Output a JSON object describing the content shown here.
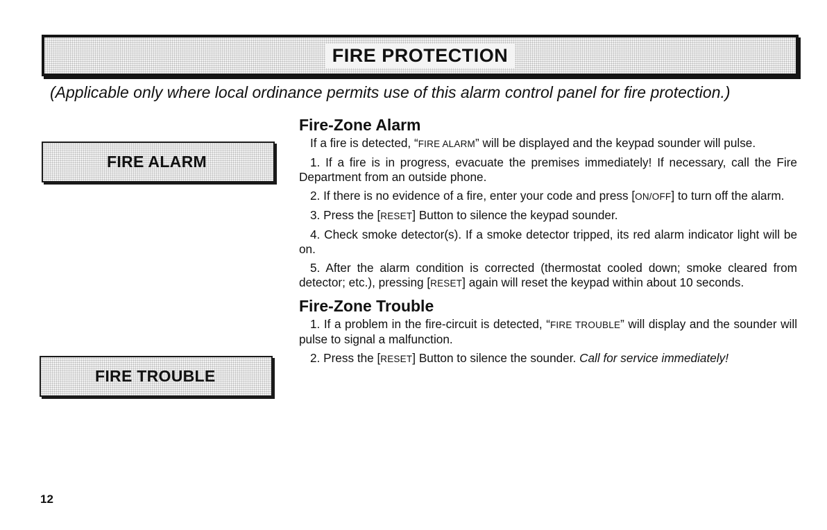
{
  "banner": {
    "title": "FIRE PROTECTION"
  },
  "subtitle": "(Applicable only where local ordinance permits use of this alarm control panel for fire protection.)",
  "side_boxes": {
    "fire_alarm": "FIRE ALARM",
    "fire_trouble": "FIRE TROUBLE"
  },
  "fire_zone_alarm": {
    "heading": "Fire-Zone Alarm",
    "intro": {
      "before": "If a fire is detected, “",
      "display": "FIRE ALARM",
      "after": "” will be displayed and the keypad sounder will pulse."
    },
    "step1": "1. If a fire is in progress, evacuate the premises immediately! If necessary, call the Fire Department from an outside phone.",
    "step2": {
      "before": "2. If there is no evidence of a fire, enter your code and press [",
      "key": "ON/OFF",
      "after": "] to turn off the alarm."
    },
    "step3": {
      "before": "3. Press the [",
      "key": "RESET",
      "after": "] Button to silence the keypad sounder."
    },
    "step4": "4. Check smoke detector(s). If a smoke detector tripped, its red alarm indicator light will be on.",
    "step5": {
      "before": "5. After the alarm condition is corrected (thermostat cooled down; smoke cleared from detector; etc.), pressing [",
      "key": "RESET",
      "after": "] again will reset the keypad within about 10 seconds."
    }
  },
  "fire_zone_trouble": {
    "heading": "Fire-Zone Trouble",
    "step1": {
      "before": "1. If a problem in the fire-circuit is detected, “",
      "display": "FIRE TROUBLE",
      "after": "” will display and the sounder will pulse to signal a malfunction."
    },
    "step2": {
      "before": "2. Press the [",
      "key": "RESET",
      "after": "] Button to silence the sounder. ",
      "emphasis": "Call for service immediately!"
    }
  },
  "page_number": "12"
}
